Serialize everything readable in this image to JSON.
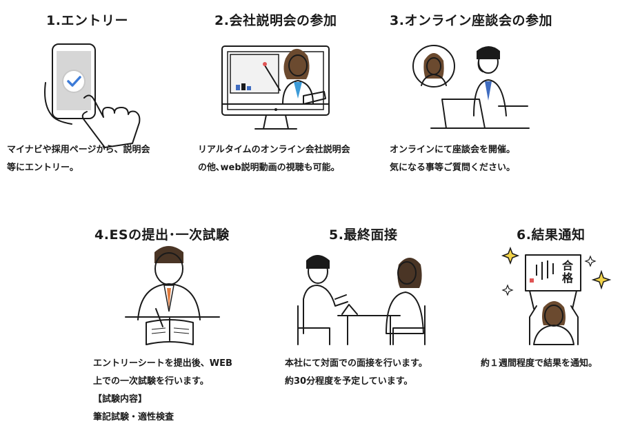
{
  "steps": [
    {
      "title": "1.エントリー",
      "desc": [
        "マイナビや採用ページから、説明会",
        "等にエントリー。"
      ]
    },
    {
      "title": "2.会社説明会の参加",
      "desc": [
        "リアルタイムのオンライン会社説明会",
        "の他､web説明動画の視聴も可能。"
      ]
    },
    {
      "title": "3.オンライン座談会の参加",
      "desc": [
        "オンラインにて座談会を開催。",
        "気になる事等ご質問ください。"
      ]
    },
    {
      "title": "4.ESの提出･一次試験",
      "desc": [
        "エントリーシートを提出後、WEB",
        "上での一次試験を行います。",
        "【試験内容】",
        "筆記試験・適性検査"
      ]
    },
    {
      "title": "5.最終面接",
      "desc": [
        "本社にて対面での面接を行います。",
        "約30分程度を予定しています。"
      ]
    },
    {
      "title": "6.結果通知",
      "desc": [
        "約１週間程度で結果を通知。"
      ]
    }
  ],
  "result_sign": {
    "text_1": "合",
    "text_2": "格"
  },
  "colors": {
    "check": "#3c7bd8",
    "suit_blue": "#3f6cc0",
    "suit_gray": "#a9a9a9",
    "tie_orange": "#e07a3c",
    "stamp_red": "#e05555",
    "sign_cream": "#fbf1e3"
  }
}
